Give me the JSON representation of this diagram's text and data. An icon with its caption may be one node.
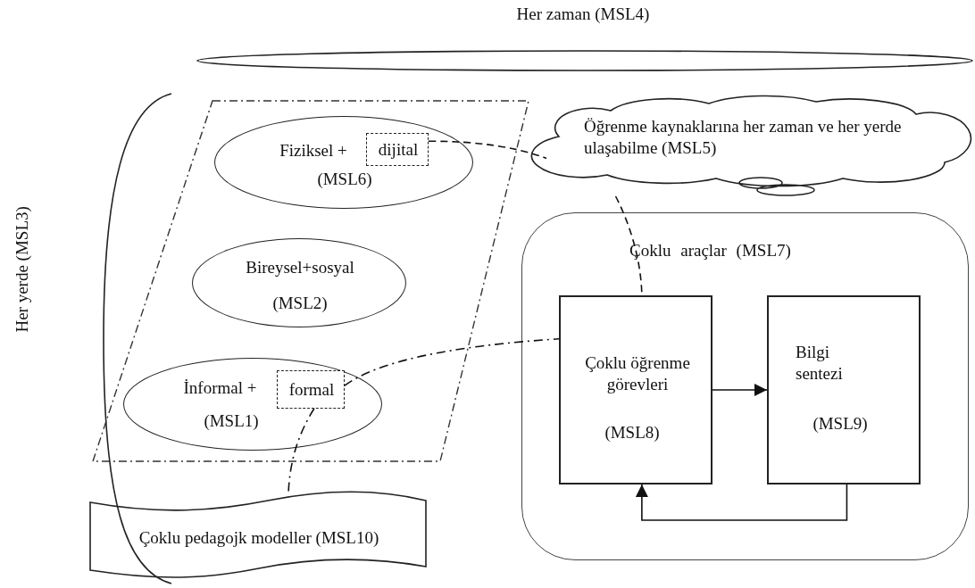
{
  "diagram": {
    "nodes": [
      {
        "text": [],
        "shape": "parallelogram"
      },
      {
        "text": [
          "Fiziksel +",
          "(MSL6)"
        ],
        "in": 0
      },
      {
        "text": [
          "dijital"
        ],
        "in": 1
      },
      {
        "text": [
          "Bireysel+sosyal",
          "(MSL2)"
        ],
        "in": 0
      },
      {
        "text": [
          "İnformal +",
          "(MSL1)"
        ],
        "in": 0
      },
      {
        "text": [
          "formal"
        ],
        "in": 4
      },
      {
        "text": [
          "Öğrenme kaynaklarına her zaman ve her yerde ulaşabilme (MSL5)"
        ]
      },
      {
        "text": [
          "Çoklu araçlar (MSL7)"
        ]
      },
      {
        "text": [
          "Çoklu öğrenme görevleri",
          "(MSL8)"
        ],
        "in": 7
      },
      {
        "text": [
          "Bilgi sentezi",
          "(MSL9)"
        ],
        "in": 7
      },
      {
        "text": [
          "Çoklu pedagojk modeller (MSL10)"
        ]
      },
      {
        "text": [
          "Her zaman (MSL4)"
        ]
      },
      {
        "text": [
          "Her yerde (MSL3)"
        ]
      }
    ],
    "edges": [
      {
        "from": 2,
        "to": 6,
        "arrow": "none",
        "style": "dashed"
      },
      {
        "from": 6,
        "to": 8,
        "arrow": "none",
        "style": "dashed"
      },
      {
        "from": 5,
        "to": 8,
        "arrow": "none",
        "style": "dashed"
      },
      {
        "from": 5,
        "to": 10,
        "arrow": "none",
        "style": "dashed"
      },
      {
        "from": 8,
        "to": 9,
        "arrow": "to"
      },
      {
        "from": 9,
        "to": 8,
        "arrow": "to"
      }
    ]
  }
}
